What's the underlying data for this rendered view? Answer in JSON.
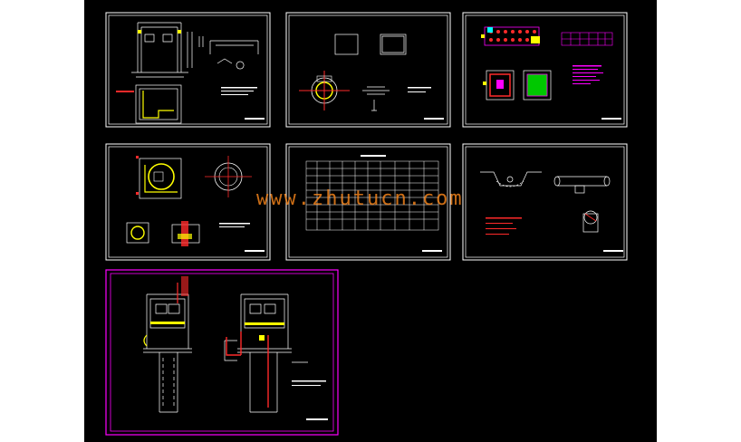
{
  "viewer": {
    "background_color": "#000000",
    "sheet_border_color": "#ffffff",
    "selected_sheet_color": "#ff00ff"
  },
  "watermark": {
    "text": "www.zhutucn.com",
    "color": "#ff8a1c"
  },
  "sheets": [
    {
      "id": "sheet-1",
      "selected": false
    },
    {
      "id": "sheet-2",
      "selected": false
    },
    {
      "id": "sheet-3",
      "selected": false
    },
    {
      "id": "sheet-4",
      "selected": false
    },
    {
      "id": "sheet-5",
      "selected": false
    },
    {
      "id": "sheet-6",
      "selected": false
    },
    {
      "id": "sheet-7",
      "selected": true
    }
  ]
}
